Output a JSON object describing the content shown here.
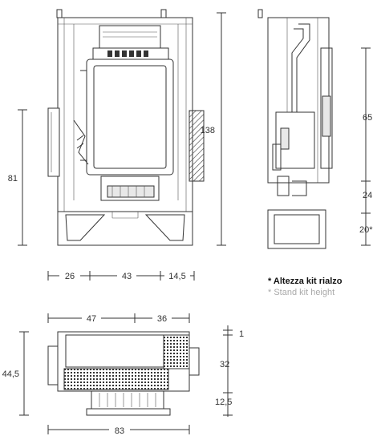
{
  "legend": {
    "italian": "* Altezza kit rialzo",
    "english": "* Stand kit height"
  },
  "front_view": {
    "height_total": "138",
    "height_side": "81",
    "width_left": "26",
    "width_center": "43",
    "width_right": "14,5"
  },
  "side_view": {
    "upper": "65",
    "middle": "24",
    "stand": "20*"
  },
  "top_view": {
    "width_left": "47",
    "width_right": "36",
    "width_total": "83",
    "depth_total": "44,5",
    "offset_top": "1",
    "depth_mid": "32",
    "depth_bottom": "12,5"
  },
  "colors": {
    "line": "#333333",
    "hatch": "#555555",
    "light_gray": "#e8e8e8"
  }
}
